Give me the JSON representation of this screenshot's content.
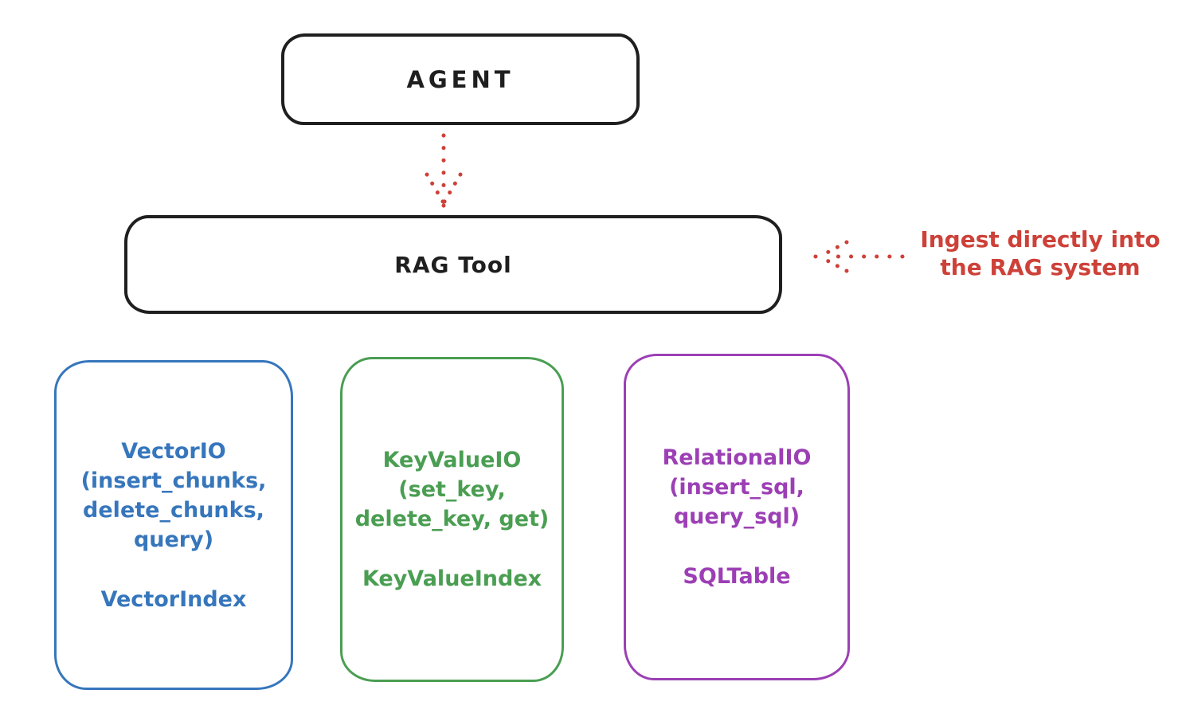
{
  "diagram": {
    "agent": {
      "label": "AGENT"
    },
    "rag_tool": {
      "label": "RAG Tool"
    },
    "annotation": {
      "line1": "Ingest directly into",
      "line2": "the RAG system"
    },
    "backends": {
      "vector": {
        "name_lines": [
          "VectorIO",
          "(insert_chunks,",
          "delete_chunks,",
          "query)"
        ],
        "index": "VectorIndex",
        "color": "#3676bc"
      },
      "keyvalue": {
        "name_lines": [
          "KeyValueIO",
          "(set_key,",
          "delete_key, get)"
        ],
        "index": "KeyValueIndex",
        "color": "#4a9e52"
      },
      "relational": {
        "name_lines": [
          "RelationalIO",
          "(insert_sql,",
          "query_sql)"
        ],
        "index": "SQLTable",
        "color": "#9c3fb5"
      }
    },
    "colors": {
      "outline_black": "#1f1f1f",
      "arrow_red": "#cd4138",
      "background": "#ffffff"
    }
  }
}
